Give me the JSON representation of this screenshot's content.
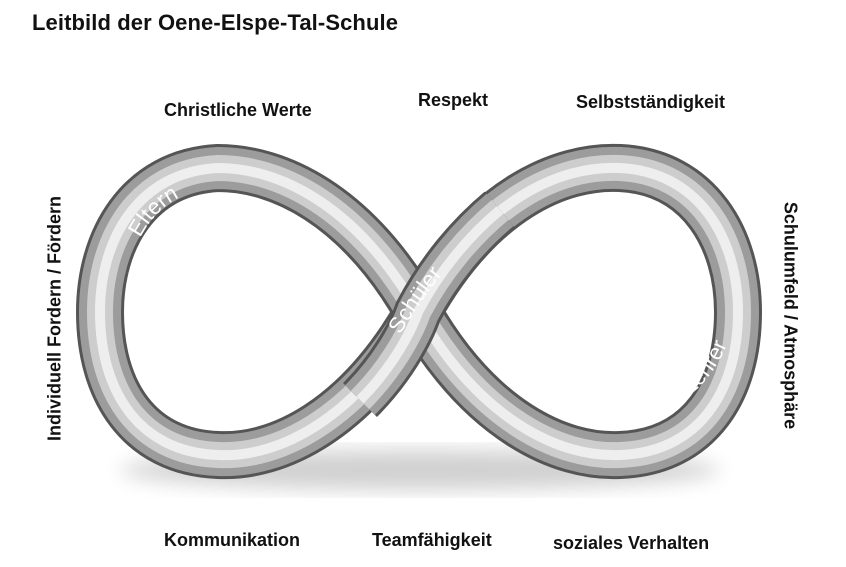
{
  "title": "Leitbild der Oene-Elspe-Tal-Schule",
  "values_top": [
    "Christliche Werte",
    "Respekt",
    "Selbstständigkeit"
  ],
  "values_bottom": [
    "Kommunikation",
    "Teamfähigkeit",
    "soziales Verhalten"
  ],
  "value_left": "Individuell Fordern / Fördern",
  "value_right": "Schulumfeld / Atmosphäre",
  "loop_labels": {
    "left": "Eltern",
    "center": "Schüler",
    "right": "Lehrer"
  },
  "colors": {
    "text": "#111111",
    "tube_dark": "#6e6e6e",
    "tube_mid": "#a9a9a9",
    "tube_light": "#e8e8e8",
    "tube_text": "#ffffff"
  }
}
